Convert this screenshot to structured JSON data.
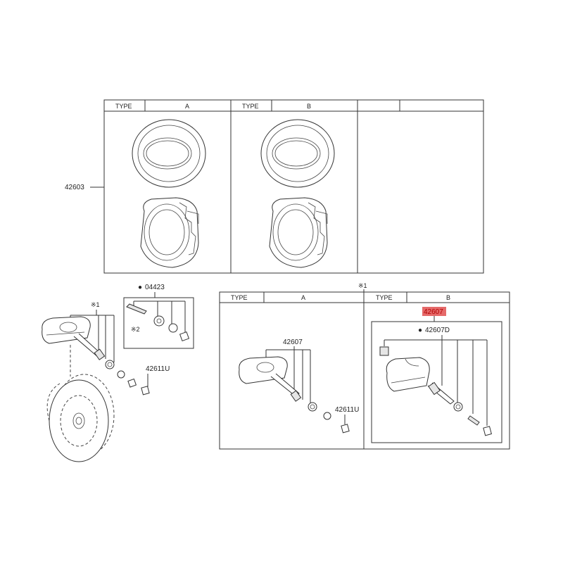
{
  "top_table": {
    "type_header": "TYPE",
    "col_a": "A",
    "col_b": "B",
    "part_number": "42603"
  },
  "left_section": {
    "note": "※1",
    "kit_number": "04423",
    "kit_bullet": "●",
    "sub_note": "※2",
    "nut_part": "42611U"
  },
  "right_table": {
    "note": "※1",
    "type_header": "TYPE",
    "col_a": "A",
    "col_b": "B",
    "a_sensor_part": "42607",
    "a_nut_part": "42611U",
    "b_sensor_part": "42607",
    "b_sub_bullet": "●",
    "b_sub_part": "42607D",
    "highlight_color": "#e05050"
  }
}
